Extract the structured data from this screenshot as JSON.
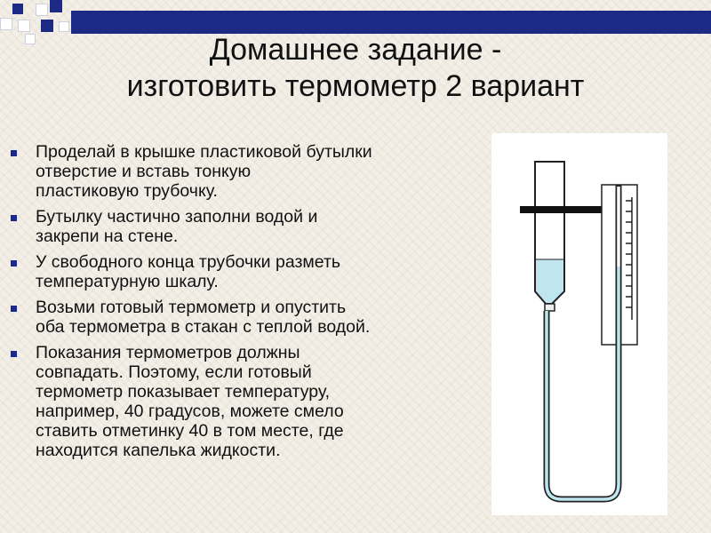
{
  "slide": {
    "title_lines": [
      "Домашнее задание -",
      "изготовить термометр 2 вариант"
    ],
    "bullets": [
      " Проделай в крышке пластиковой бутылки\nотверстие и вставь тонкую\nпластиковую  трубочку.",
      "Бутылку частично заполни водой и\nзакрепи на стене.",
      "У свободного конца трубочки разметь\nтемпературную шкалу.",
      "Возьми готовый термометр и опустить\nоба термометра в стакан с теплой водой.",
      " Показания термометров должны\nсовпадать. Поэтому, если готовый\nтермометр показывает температуру,\nнапример, 40 градусов, можете смело\nставить отметинку 40 в том месте, где\nнаходится капелька жидкости."
    ]
  },
  "colors": {
    "accent": "#1c2a86",
    "water": "#bfe6ee",
    "outline": "#222222"
  }
}
